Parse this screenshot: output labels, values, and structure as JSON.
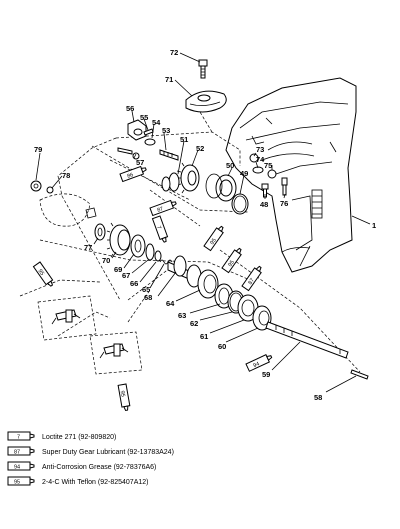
{
  "part_labels": [
    "72",
    "71",
    "56",
    "55",
    "54",
    "53",
    "57",
    "51",
    "52",
    "73",
    "74",
    "75",
    "50",
    "49",
    "48",
    "76",
    "1",
    "79",
    "78",
    "77",
    "70",
    "69",
    "67",
    "66",
    "65",
    "68",
    "64",
    "63",
    "62",
    "61",
    "60",
    "59",
    "58"
  ],
  "tube_codes": {
    "t7": "7",
    "t87": "87",
    "t95": "95",
    "t94": "94"
  },
  "legend": [
    {
      "code": "7",
      "text": "Loctite 271 (92-809820)"
    },
    {
      "code": "87",
      "text": "Super Duty Gear Lubricant (92-13783A24)"
    },
    {
      "code": "94",
      "text": "Anti-Corrosion Grease (92-78376A6)"
    },
    {
      "code": "95",
      "text": "2-4-C  With Teflon (92-825407A12)"
    }
  ]
}
